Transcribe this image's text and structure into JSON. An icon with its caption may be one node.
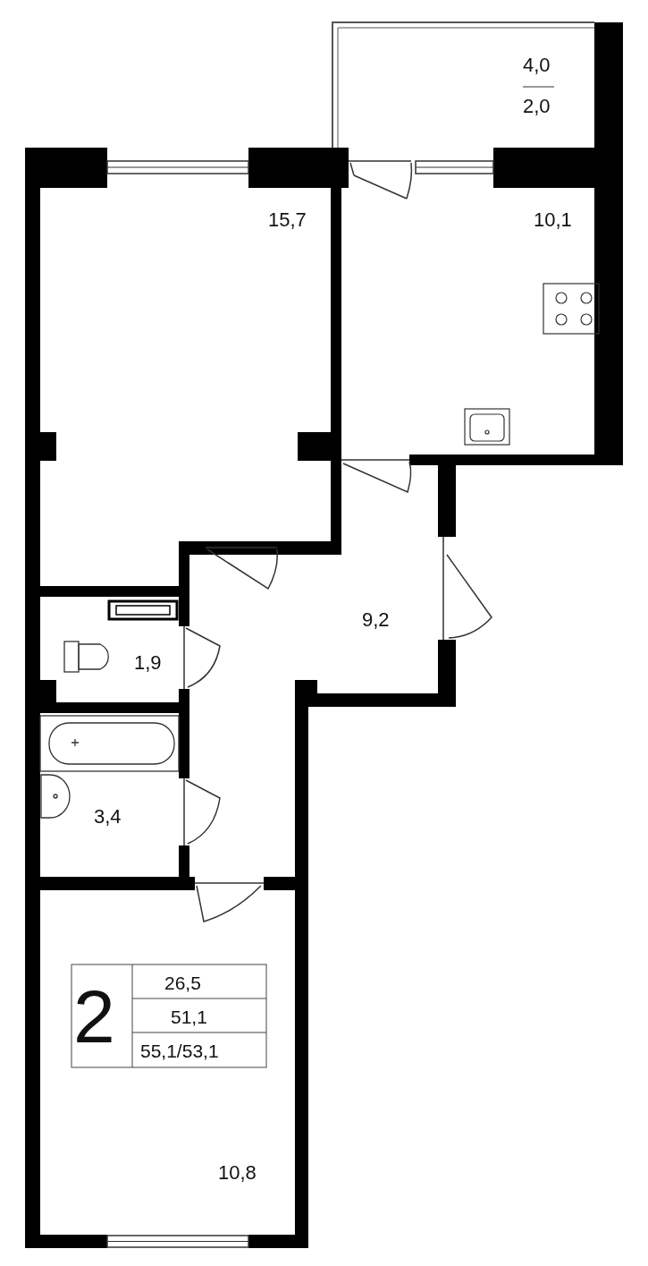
{
  "diagram": {
    "labels": [
      "4,0",
      "2,0",
      "15,7",
      "10,1",
      "9,2",
      "1,9",
      "3,4",
      "2",
      "26,5",
      "51,1",
      "55,1/53,1",
      "10,8"
    ]
  }
}
